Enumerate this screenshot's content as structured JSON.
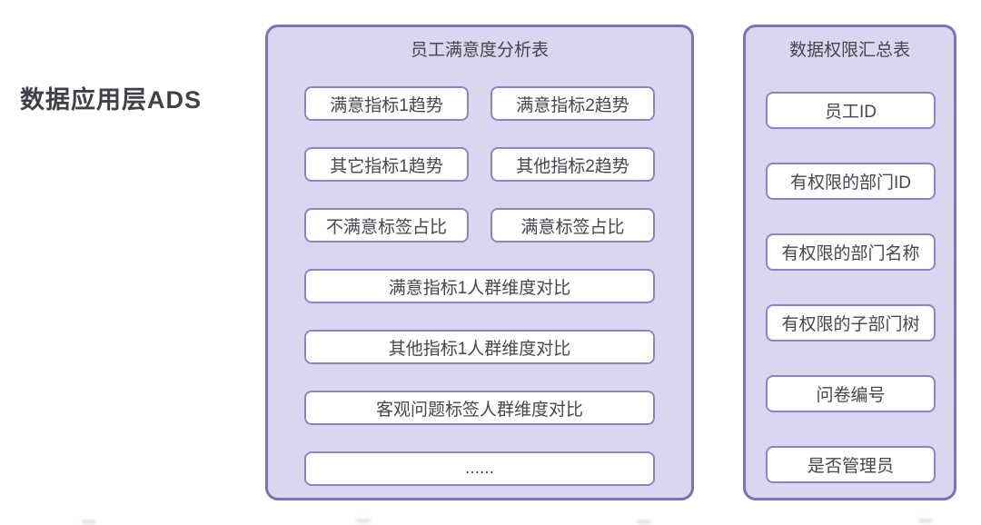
{
  "layer_label": "数据应用层ADS",
  "colors": {
    "panel_fill": "#dbd6f0",
    "panel_border": "#7b73b7",
    "box_border": "#8c84c6",
    "box_fill": "#ffffff",
    "text": "#46464d",
    "page_background": "#ffffff"
  },
  "panels": [
    {
      "title": "员工满意度分析表",
      "rows_paired": [
        [
          "满意指标1趋势",
          "满意指标2趋势"
        ],
        [
          "其它指标1趋势",
          "其他指标2趋势"
        ],
        [
          "不满意标签占比",
          "满意标签占比"
        ]
      ],
      "rows_full": [
        "满意指标1人群维度对比",
        "其他指标1人群维度对比",
        "客观问题标签人群维度对比",
        "......"
      ]
    },
    {
      "title": "数据权限汇总表",
      "items": [
        "员工ID",
        "有权限的部门ID",
        "有权限的部门名称",
        "有权限的子部门树",
        "问卷编号",
        "是否管理员"
      ]
    }
  ]
}
